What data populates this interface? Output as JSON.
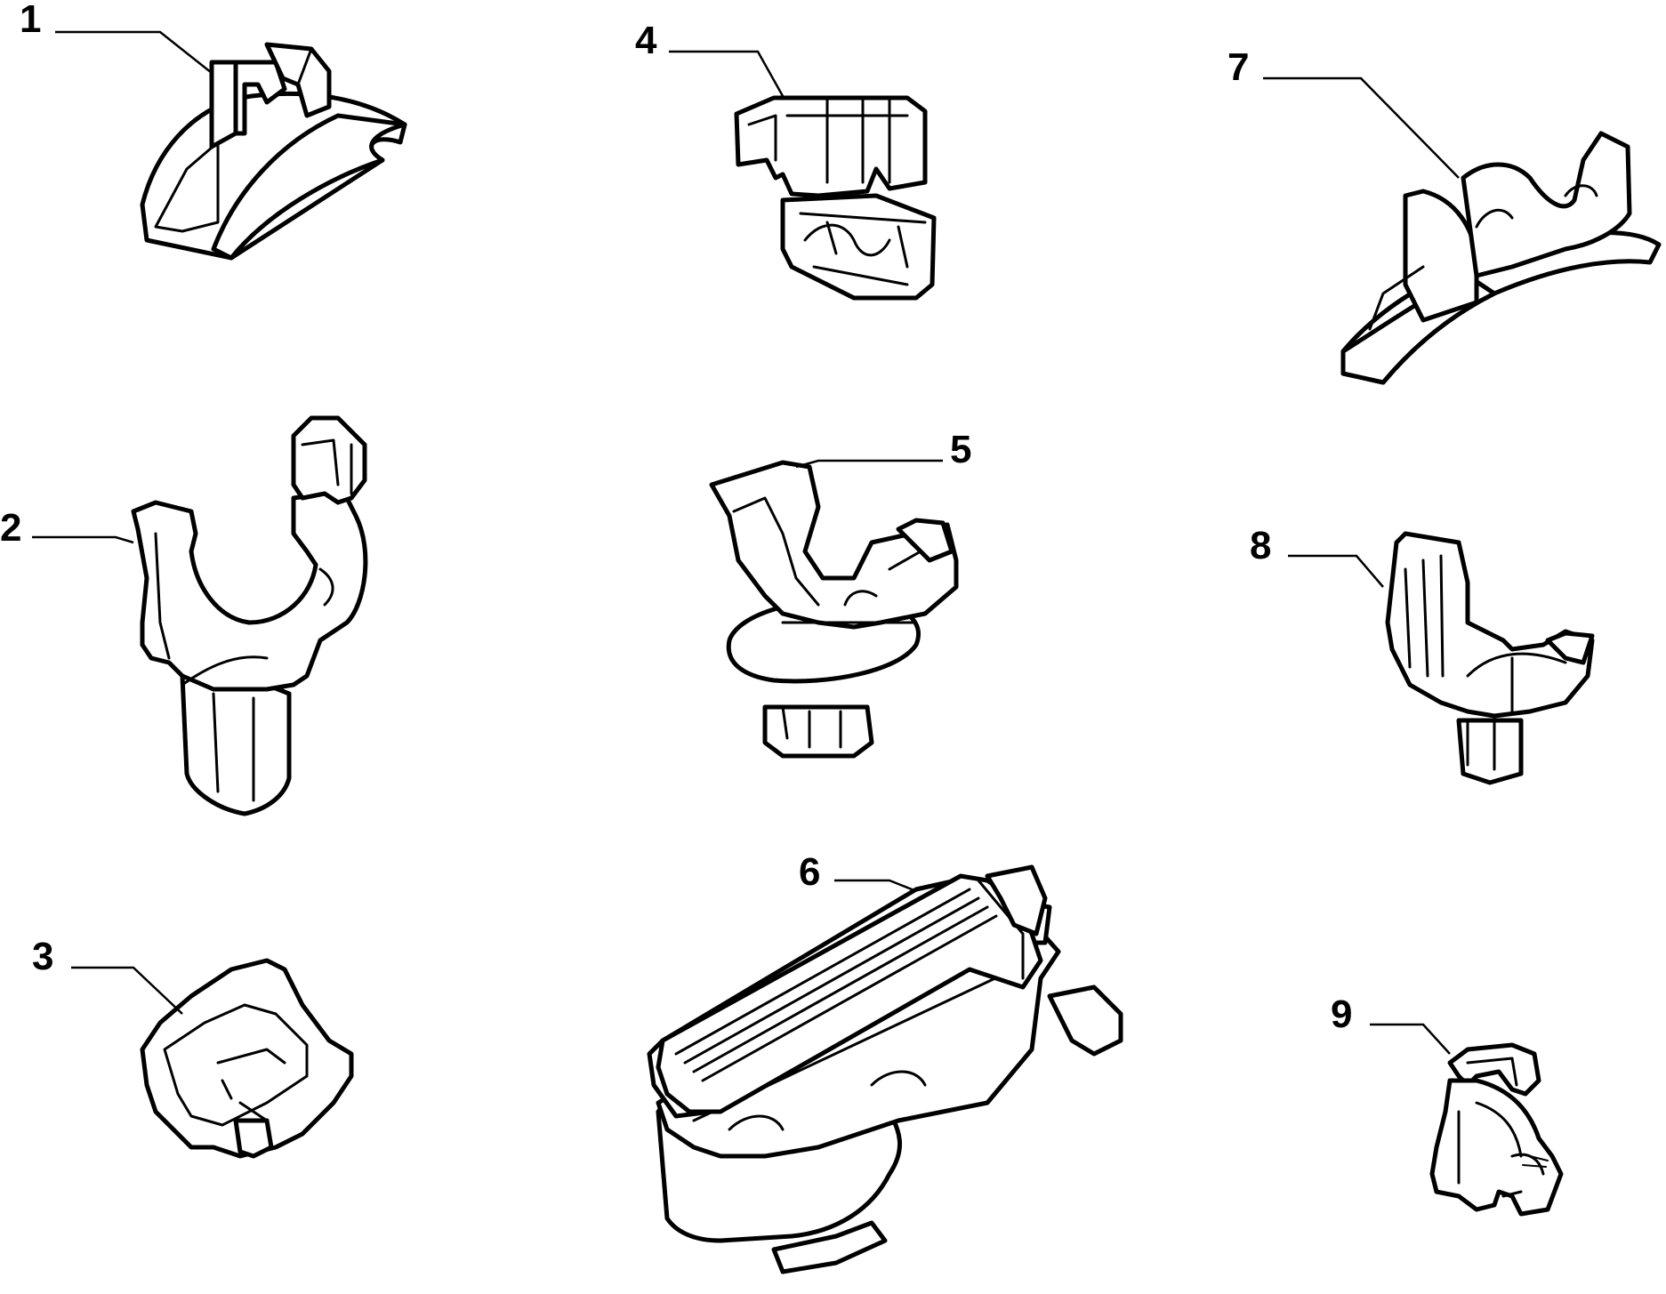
{
  "callouts": [
    {
      "id": "1",
      "label": "1"
    },
    {
      "id": "2",
      "label": "2"
    },
    {
      "id": "3",
      "label": "3"
    },
    {
      "id": "4",
      "label": "4"
    },
    {
      "id": "5",
      "label": "5"
    },
    {
      "id": "6",
      "label": "6"
    },
    {
      "id": "7",
      "label": "7"
    },
    {
      "id": "8",
      "label": "8"
    },
    {
      "id": "9",
      "label": "9"
    }
  ],
  "colors": {
    "ink": "#000000",
    "paper": "#ffffff"
  }
}
